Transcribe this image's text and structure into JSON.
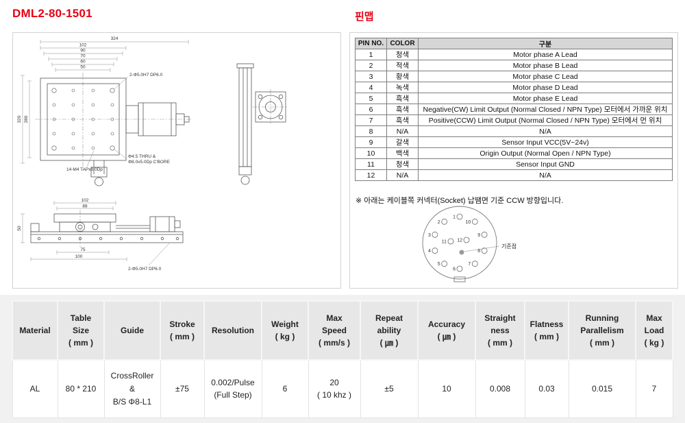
{
  "page": {
    "title_left": "DML2-80-1501",
    "title_right": "핀맵",
    "accent_color": "#e60012",
    "spec_section_bg": "#f1f1f1"
  },
  "drawing": {
    "top_view": {
      "dims_top": [
        "324",
        "102",
        "90",
        "70",
        "60",
        "50"
      ],
      "dims_left": [
        "320",
        "280"
      ],
      "note_pin_holes": "2-Φ5.0H7 DP6.0",
      "note_tap_holes": "14-M4 TAPx8.0Dp",
      "note_cbore_1": "Φ4.5 THRU &",
      "note_cbore_2": "Φ8.0x5.0Dp C'BORE"
    },
    "bottom_view": {
      "dims_top": [
        "102",
        "88"
      ],
      "dims_bottom": [
        "75",
        "100"
      ],
      "dim_left": "50",
      "note_pin_holes": "2-Φ5.0H7 DP6.0"
    }
  },
  "pinmap": {
    "table": {
      "headers": [
        "PIN NO.",
        "COLOR",
        "구분"
      ],
      "rows": [
        [
          "1",
          "청색",
          "Motor phase A Lead"
        ],
        [
          "2",
          "적색",
          "Motor phase B Lead"
        ],
        [
          "3",
          "황색",
          "Motor phase C Lead"
        ],
        [
          "4",
          "녹색",
          "Motor phase D Lead"
        ],
        [
          "5",
          "흑색",
          "Motor phase E Lead"
        ],
        [
          "6",
          "흑색",
          "Negative(CW) Limit Output (Normal Closed / NPN Type) 모터에서 가까운 위치"
        ],
        [
          "7",
          "흑색",
          "Positive(CCW) Limit Output (Normal Closed / NPN Type) 모터에서 먼 위치"
        ],
        [
          "8",
          "N/A",
          "N/A"
        ],
        [
          "9",
          "갈색",
          "Sensor Input VCC(5V~24v)"
        ],
        [
          "10",
          "백색",
          "Origin Output (Normal Open / NPN Type)"
        ],
        [
          "11",
          "청색",
          "Sensor Input GND"
        ],
        [
          "12",
          "N/A",
          "N/A"
        ]
      ]
    },
    "note": "※ 아래는 케이블쪽 커넥터(Socket) 납땜면 기준 CCW 방향입니다.",
    "connector": {
      "pins": [
        "1",
        "2",
        "3",
        "4",
        "5",
        "6",
        "7",
        "8",
        "9",
        "10",
        "11",
        "12"
      ],
      "reference_label": "기준점"
    }
  },
  "spec_table": {
    "headers": [
      "Material",
      "Table\nSize\n( mm )",
      "Guide",
      "Stroke\n( mm )",
      "Resolution",
      "Weight\n( kg )",
      "Max\nSpeed\n( mm/s )",
      "Repeat\nability\n( ㎛ )",
      "Accuracy\n( ㎛ )",
      "Straight\nness\n( mm )",
      "Flatness\n( mm )",
      "Running\nParallelism\n( mm )",
      "Max\nLoad\n( kg )"
    ],
    "values": [
      "AL",
      "80 * 210",
      "CrossRoller\n&\nB/S Φ8-L1",
      "±75",
      "0.002/Pulse\n(Full Step)",
      "6",
      "20\n( 10 khz )",
      "±5",
      "10",
      "0.008",
      "0.03",
      "0.015",
      "7"
    ]
  }
}
